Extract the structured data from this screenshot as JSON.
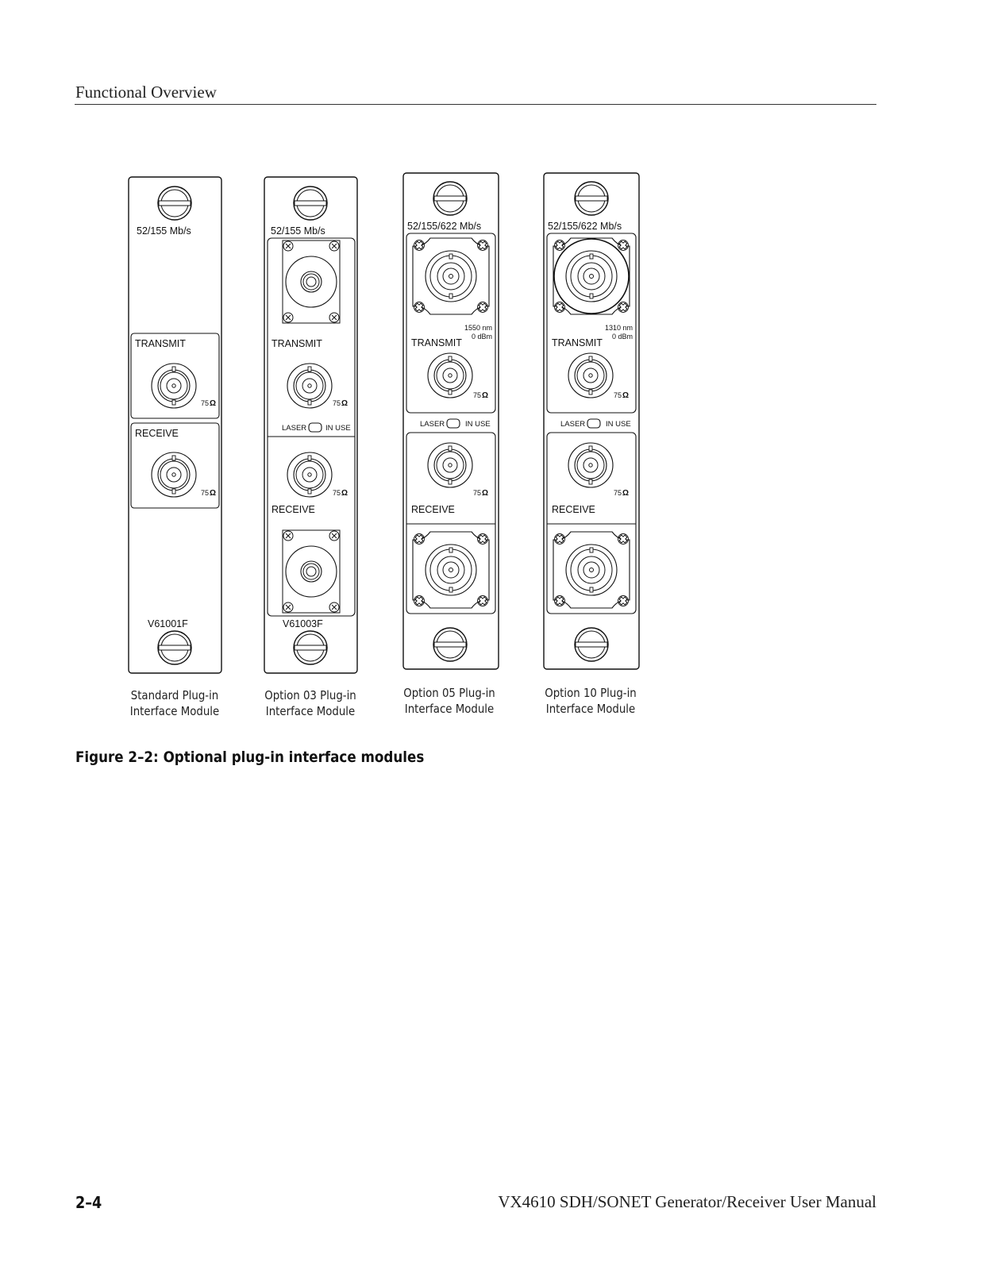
{
  "header": {
    "section_title": "Functional Overview"
  },
  "modules": [
    {
      "rate_label": "52/155 Mb/s",
      "transmit_label": "TRANSMIT",
      "receive_label": "RECEIVE",
      "transmit_impedance": "75",
      "receive_impedance": "75",
      "model": "V61001F",
      "caption_line1": "Standard Plug-in",
      "caption_line2": "Interface Module"
    },
    {
      "rate_label": "52/155 Mb/s",
      "transmit_label": "TRANSMIT",
      "receive_label": "RECEIVE",
      "transmit_impedance": "75",
      "receive_impedance": "75",
      "laser_label": "LASER",
      "in_use_label": "IN USE",
      "model": "V61003F",
      "caption_line1": "Option 03 Plug-in",
      "caption_line2": "Interface Module"
    },
    {
      "rate_label": "52/155/622 Mb/s",
      "wavelength": "1550 nm",
      "power": "0 dBm",
      "transmit_label": "TRANSMIT",
      "receive_label": "RECEIVE",
      "transmit_impedance": "75",
      "receive_impedance": "75",
      "laser_label": "LASER",
      "in_use_label": "IN USE",
      "caption_line1": "Option 05 Plug-in",
      "caption_line2": "Interface Module"
    },
    {
      "rate_label": "52/155/622 Mb/s",
      "wavelength": "1310 nm",
      "power": "0 dBm",
      "transmit_label": "TRANSMIT",
      "receive_label": "RECEIVE",
      "transmit_impedance": "75",
      "receive_impedance": "75",
      "laser_label": "LASER",
      "in_use_label": "IN USE",
      "caption_line1": "Option 10 Plug-in",
      "caption_line2": "Interface Module"
    }
  ],
  "figure_caption": "Figure 2–2: Optional plug-in interface modules",
  "footer": {
    "page_number": "2–4",
    "manual_title": "VX4610 SDH/SONET Generator/Receiver User Manual"
  },
  "icons": {
    "ohm_symbol": "Ω",
    "panel_screw": "panel-screw-icon",
    "bnc_connector": "bnc-connector-icon",
    "optical_connector": "optical-connector-icon",
    "led": "led-indicator-icon"
  }
}
